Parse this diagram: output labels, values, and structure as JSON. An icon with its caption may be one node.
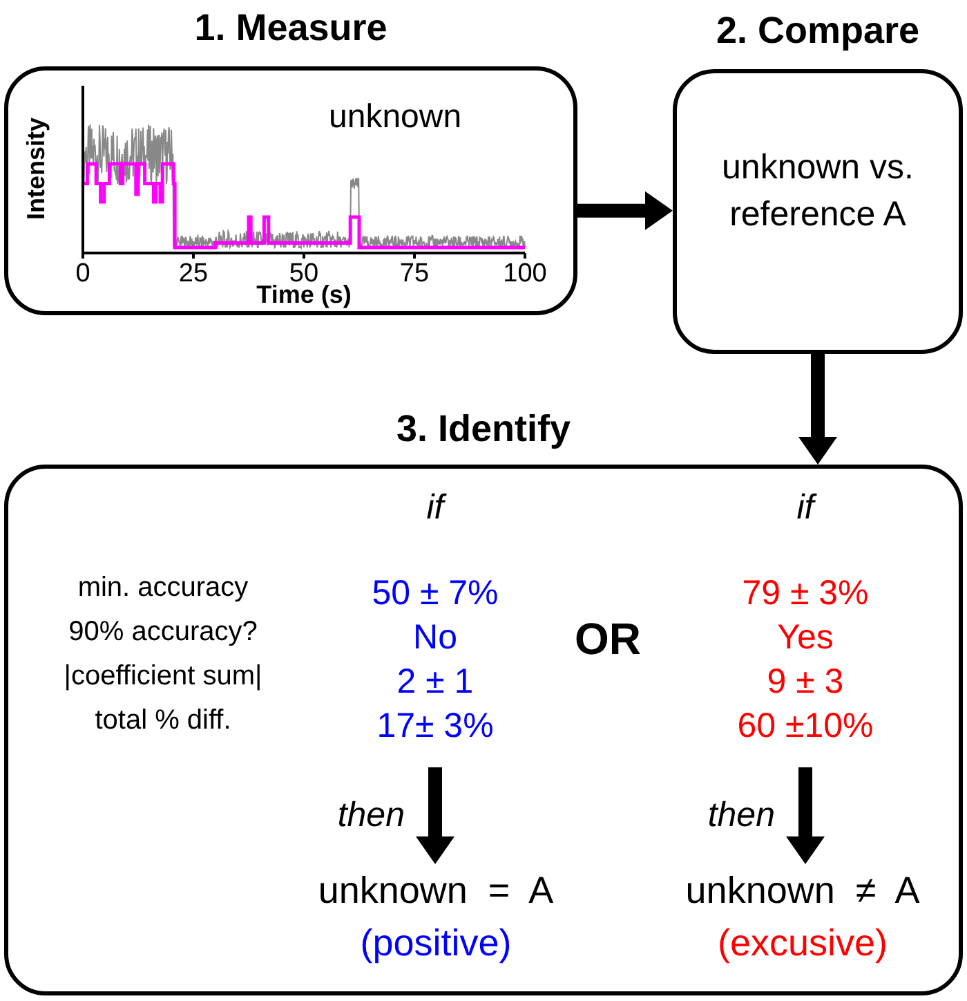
{
  "diagram": {
    "nodes": [
      {
        "text": [
          "1. Measure",
          "unknown"
        ]
      },
      {
        "text": [
          "2. Compare",
          "unknown vs. reference A"
        ]
      },
      {
        "text": [
          "3. Identify"
        ]
      },
      {
        "text": [
          "if",
          "50 ± 7%",
          "No",
          "2 ± 1",
          "17± 3%"
        ],
        "in": 2
      },
      {
        "text": [
          "unknown  =  A",
          "(positive)"
        ],
        "in": 2
      },
      {
        "text": [
          "if",
          "79 ± 3%",
          "Yes",
          "9 ± 3",
          "60 ±10%"
        ],
        "in": 2
      },
      {
        "text": [
          "unknown  ≠  A",
          "(excusive)"
        ],
        "in": 2
      }
    ],
    "edges": [
      {
        "from": 0,
        "to": 1,
        "arrow": "to"
      },
      {
        "from": 1,
        "to": 2,
        "arrow": "to"
      },
      {
        "from": 3,
        "to": 4,
        "arrow": "to",
        "label": "then"
      },
      {
        "from": 5,
        "to": 6,
        "arrow": "to",
        "label": "then"
      }
    ],
    "labels": [
      "Intensity",
      "0",
      "25",
      "50",
      "75",
      "100",
      "Time (s)",
      "min. accuracy",
      "90% accuracy?",
      "|coefficient sum|",
      "total % diff.",
      "OR"
    ]
  }
}
